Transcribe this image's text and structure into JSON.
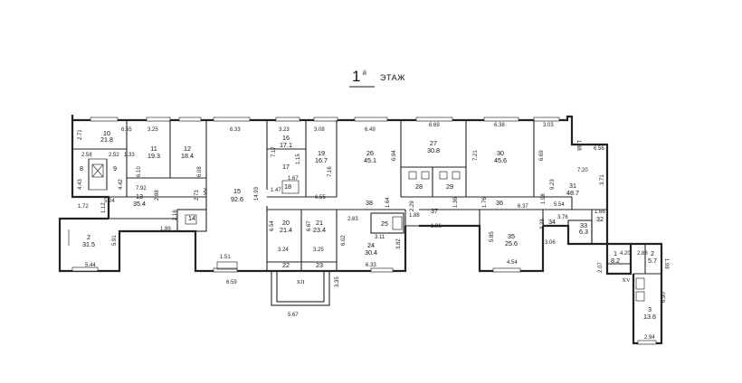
{
  "title": {
    "floor_number": "1",
    "floor_suffix": "й",
    "floor_word": "ЭТАЖ"
  },
  "rooms": [
    {
      "num": "2",
      "area": "31.5"
    },
    {
      "num": "8",
      "area": ""
    },
    {
      "num": "9",
      "area": ""
    },
    {
      "num": "10",
      "area": "21.8"
    },
    {
      "num": "11",
      "area": "19.3"
    },
    {
      "num": "12",
      "area": "18.4"
    },
    {
      "num": "13",
      "area": "35.4"
    },
    {
      "num": "14",
      "area": ""
    },
    {
      "num": "15",
      "area": "92.6"
    },
    {
      "num": "16",
      "area": "17.1"
    },
    {
      "num": "17",
      "area": ""
    },
    {
      "num": "18",
      "area": ""
    },
    {
      "num": "19",
      "area": "16.7"
    },
    {
      "num": "20",
      "area": "21.4"
    },
    {
      "num": "21",
      "area": "23.4"
    },
    {
      "num": "22",
      "area": ""
    },
    {
      "num": "23",
      "area": ""
    },
    {
      "num": "24",
      "area": "30.4"
    },
    {
      "num": "25",
      "area": ""
    },
    {
      "num": "26",
      "area": "45.1"
    },
    {
      "num": "27",
      "area": "30.8"
    },
    {
      "num": "28",
      "area": ""
    },
    {
      "num": "29",
      "area": ""
    },
    {
      "num": "30",
      "area": "45.6"
    },
    {
      "num": "31",
      "area": "48.7"
    },
    {
      "num": "32",
      "area": ""
    },
    {
      "num": "33",
      "area": "6.3"
    },
    {
      "num": "34",
      "area": ""
    },
    {
      "num": "35",
      "area": "25.6"
    },
    {
      "num": "36",
      "area": ""
    },
    {
      "num": "37",
      "area": ""
    },
    {
      "num": "38",
      "area": ""
    },
    {
      "num": "1",
      "area": "8.2"
    },
    {
      "num": "2",
      "area": "5.7"
    },
    {
      "num": "3",
      "area": "13.6"
    }
  ],
  "dimensions": [
    "6.55",
    "3.25",
    "6.33",
    "3.23",
    "3.08",
    "6.49",
    "6.69",
    "6.38",
    "3.03",
    "1.38",
    "6.56",
    "2.71",
    "2.58",
    "2.52",
    "6.10",
    "1.33",
    "6.08",
    "7.17",
    "7.16",
    "1.15",
    "6.94",
    "7.21",
    "6.69",
    "7.20",
    "9.23",
    "3.71",
    "4.43",
    "5.24",
    "7.92",
    "2.88",
    "2.73",
    "14.93",
    "1.47",
    "1.67",
    "6.55",
    "1.64",
    "2.29",
    "1.36",
    "1.76",
    "6.37",
    "1.98",
    "5.54",
    "1.72",
    "1.12",
    "4.42",
    "2.16",
    "1.89",
    "5.91",
    "1.51",
    "6.54",
    "6.67",
    "6.02",
    "2.83",
    "1.88",
    "1.96",
    "3.11",
    "3.82",
    "3.28",
    "3.76",
    "1.66",
    "3.06",
    "5.85",
    "5.44",
    "3.24",
    "3.25",
    "6.33",
    "4.54",
    "2.07",
    "4.20",
    "2.88",
    "1.99",
    "6.59",
    "3.35",
    "5.67",
    "6.90",
    "2.94"
  ],
  "roman_numerals": [
    "XII",
    "XV"
  ]
}
